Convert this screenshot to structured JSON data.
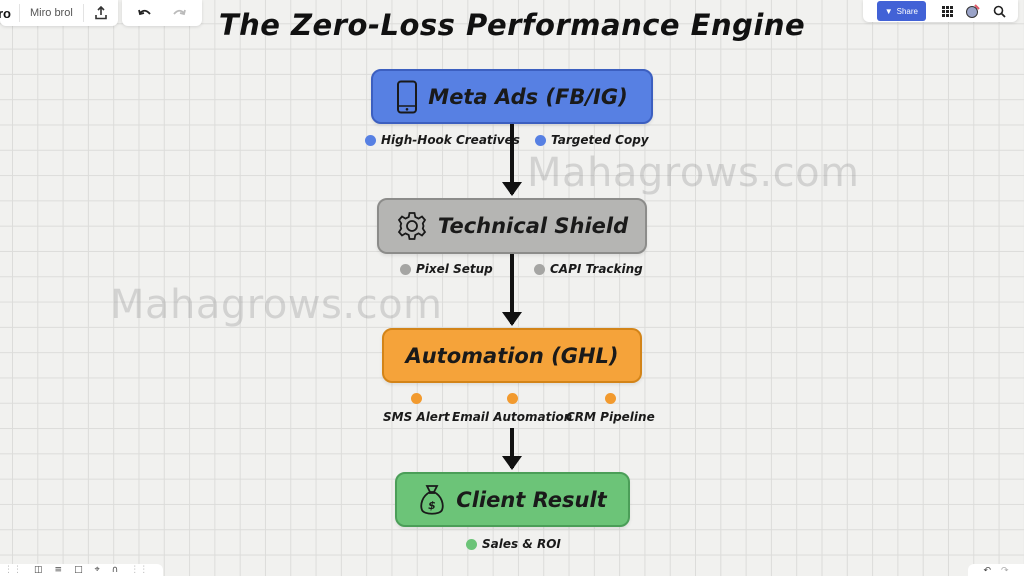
{
  "toolbar": {
    "logo": "ro",
    "board_name": "Miro brol",
    "icons": {
      "export": "export-icon",
      "undo": "undo-icon",
      "redo": "redo-icon"
    }
  },
  "toolbar_right": {
    "share_label": "Share",
    "icons": [
      "apps-grid-icon",
      "reactions-icon",
      "search-icon"
    ]
  },
  "diagram": {
    "title": "The Zero-Loss Performance Engine",
    "nodes": [
      {
        "label": "Meta Ads (FB/IG)",
        "icon": "smartphone-icon",
        "color": "#5780e3",
        "bullets": [
          "High-Hook Creatives",
          "Targeted Copy"
        ]
      },
      {
        "label": "Technical Shield",
        "icon": "gear-icon",
        "color": "#b5b5b3",
        "bullets": [
          "Pixel Setup",
          "CAPI Tracking"
        ]
      },
      {
        "label": "Automation (GHL)",
        "icon": null,
        "color": "#f5a33a",
        "bullets": [
          "SMS Alert",
          "Email Automation",
          "CRM Pipeline"
        ]
      },
      {
        "label": "Client Result",
        "icon": "money-bag-icon",
        "color": "#6cc478",
        "bullets": [
          "Sales & ROI"
        ]
      }
    ]
  },
  "watermarks": [
    "Mahagrows.com",
    "Mahagrows.com"
  ],
  "bottom_toolbar": {
    "items": [
      "drag-handle-icon",
      "frames-icon",
      "layers-icon",
      "comments-icon",
      "fullscreen-icon",
      "shapes-icon",
      "drag-handle-icon"
    ]
  },
  "bottom_right": {
    "items": [
      "undo-icon",
      "redo-icon"
    ]
  }
}
